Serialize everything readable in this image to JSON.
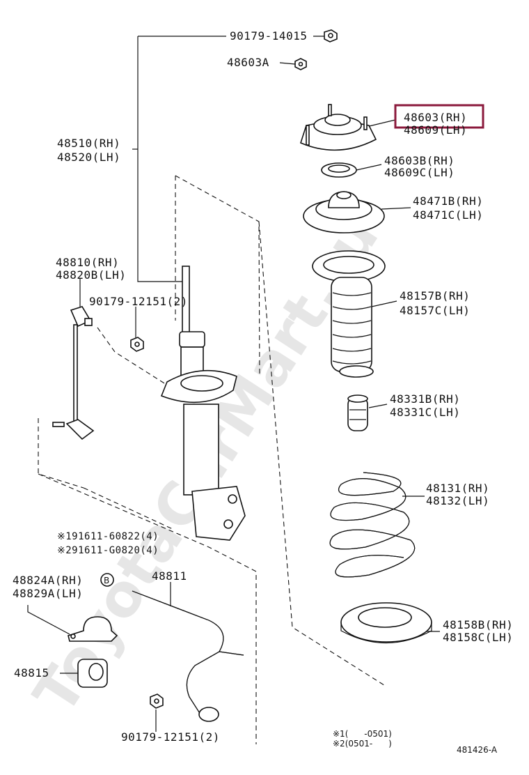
{
  "watermark": "ToyotaCarMart.ru",
  "highlight_color": "#8b1a3c",
  "parts": {
    "p1": {
      "a": "90179-14015"
    },
    "p2": {
      "a": "48603A"
    },
    "p3": {
      "a": "48603(RH)",
      "b": "48609(LH)"
    },
    "p4": {
      "a": "48510(RH)",
      "b": "48520(LH)"
    },
    "p5": {
      "a": "48603B(RH)",
      "b": "48609C(LH)"
    },
    "p6": {
      "a": "48471B(RH)",
      "b": "48471C(LH)"
    },
    "p7": {
      "a": "48810(RH)",
      "b": "48820B(LH)"
    },
    "p8": {
      "a": "90179-12151(2)"
    },
    "p9": {
      "a": "48157B(RH)",
      "b": "48157C(LH)"
    },
    "p10": {
      "a": "48331B(RH)",
      "b": "48331C(LH)"
    },
    "p11": {
      "a": "48131(RH)",
      "b": "48132(LH)"
    },
    "p12": {
      "a": "※191611-60822(4)",
      "b": "※291611-G0820(4)"
    },
    "p13": {
      "a": "48811"
    },
    "p14": {
      "a": "48824A(RH)",
      "b": "48829A(LH)"
    },
    "p15": {
      "a": "B"
    },
    "p16": {
      "a": "48158B(RH)",
      "b": "48158C(LH)"
    },
    "p17": {
      "a": "48815"
    },
    "p18": {
      "a": "90179-12151(2)"
    }
  },
  "notes": {
    "n1": "※1(      -0501)",
    "n2": "※2(0501-      )",
    "code": "481426-A"
  }
}
